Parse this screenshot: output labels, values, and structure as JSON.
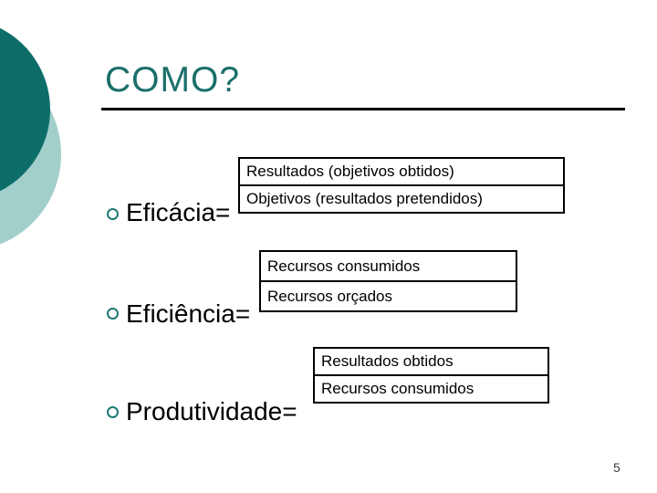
{
  "slide": {
    "title": "COMO?",
    "page_number": "5",
    "items": [
      {
        "label": "Eficácia=",
        "numerator": "Resultados (objetivos obtidos)",
        "denominator": "Objetivos (resultados pretendidos)"
      },
      {
        "label": "Eficiência=",
        "numerator": "Recursos consumidos",
        "denominator": "Recursos orçados"
      },
      {
        "label": "Produtividade=",
        "numerator": "Resultados obtidos",
        "denominator": "Recursos consumidos"
      }
    ],
    "colors": {
      "title": "#1a6f6a",
      "bullet": "#1e7a73",
      "circle_dark": "#0d6e69",
      "circle_light": "#a3cfcb",
      "rule": "#000000",
      "box_border": "#000000",
      "text": "#000000",
      "page_number": "#3a3a3a"
    }
  }
}
